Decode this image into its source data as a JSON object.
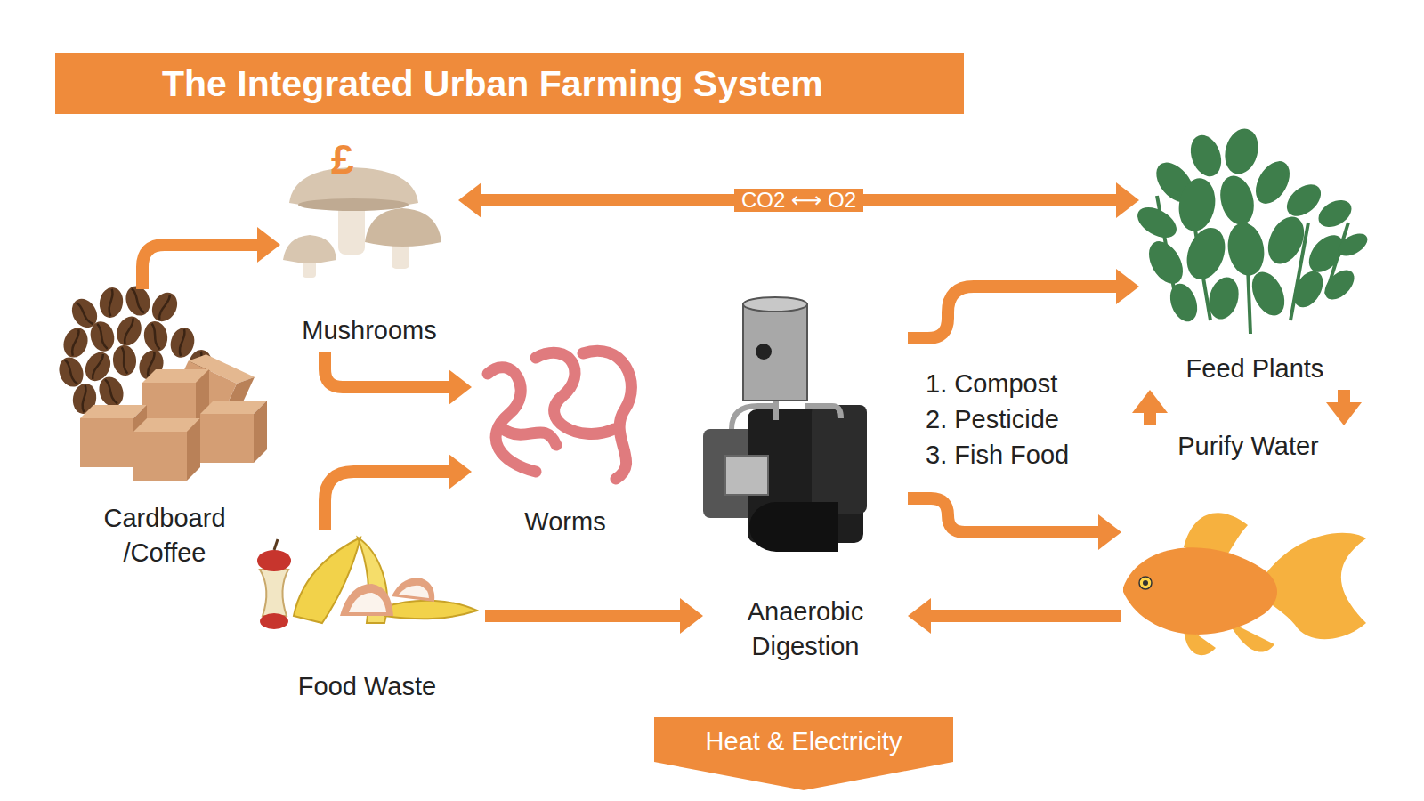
{
  "diagram": {
    "title": "The Integrated Urban Farming System",
    "nodes": [
      {
        "text": [
          "Cardboard /Coffee"
        ]
      },
      {
        "text": [
          "Mushrooms"
        ]
      },
      {
        "text": [
          "Worms"
        ]
      },
      {
        "text": [
          "Food Waste"
        ]
      },
      {
        "text": [
          "Anaerobic Digestion"
        ]
      },
      {
        "text": [
          "Feed Plants"
        ]
      },
      {
        "text": [
          "Purify Water"
        ]
      },
      {
        "text": [
          "Heat & Electricity"
        ]
      }
    ],
    "edges": [
      {
        "from": 0,
        "to": 1,
        "arrow": "to"
      },
      {
        "from": 1,
        "to": 2,
        "arrow": "to"
      },
      {
        "from": 3,
        "to": 2,
        "arrow": "to"
      },
      {
        "from": 3,
        "to": 4,
        "arrow": "to"
      },
      {
        "from": 6,
        "to": 4,
        "arrow": "to"
      },
      {
        "from": 4,
        "to": 5,
        "arrow": "to"
      },
      {
        "from": 4,
        "to": 6,
        "arrow": "to"
      },
      {
        "from": 1,
        "to": 5,
        "label": "CO2 ⟷ O2",
        "arrow": "both"
      },
      {
        "from": 5,
        "to": 6,
        "arrow": "to"
      },
      {
        "from": 6,
        "to": 5,
        "arrow": "to"
      }
    ],
    "labels": [
      "£",
      "1. Compost",
      "2. Pesticide",
      "3. Fish Food"
    ]
  }
}
